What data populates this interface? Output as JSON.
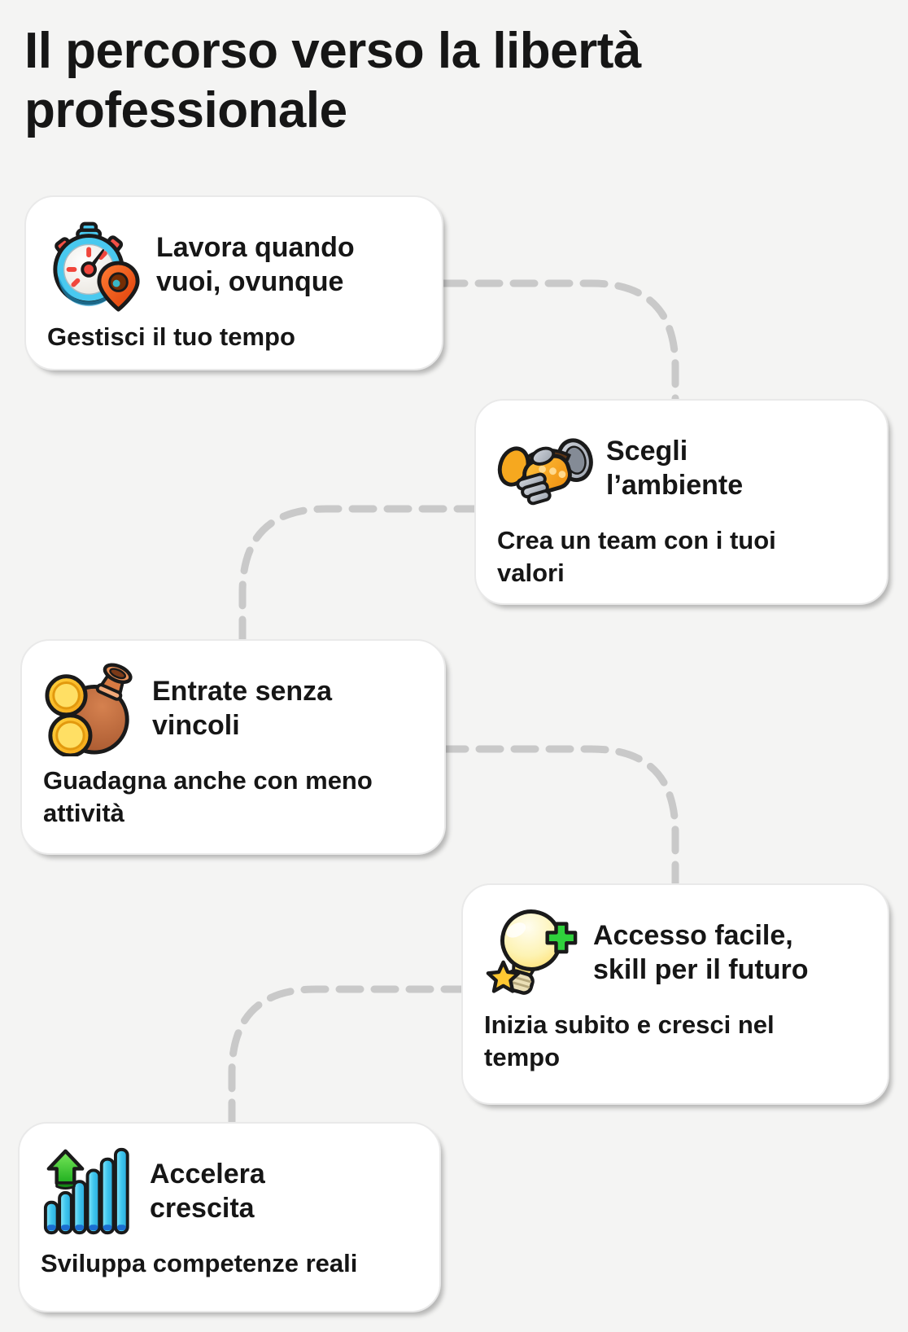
{
  "page": {
    "title": "Il percorso verso la libertà\nprofessionale",
    "colors": {
      "bg": "#f4f4f3",
      "card-bg": "#ffffff",
      "card-border": "#e9e9e9",
      "connector": "#c9c9c9",
      "text": "#161616"
    }
  },
  "steps": [
    {
      "icon": "stopwatch-location-icon",
      "title": "Lavora quando\nvuoi, ovunque",
      "subtitle": "Gestisci il tuo tempo"
    },
    {
      "icon": "handshake-icon",
      "title": "Scegli\nl’ambiente",
      "subtitle": "Crea un team con i tuoi\nvalori"
    },
    {
      "icon": "money-bag-icon",
      "title": "Entrate senza\nvincoli",
      "subtitle": "Guadagna anche con meno\nattività"
    },
    {
      "icon": "lightbulb-plus-star-icon",
      "title": "Accesso facile,\nskill per il futuro",
      "subtitle": "Inizia subito e cresci nel\ntempo"
    },
    {
      "icon": "bar-chart-growth-icon",
      "title": "Accelera\ncrescita",
      "subtitle": "Sviluppa competenze reali"
    }
  ]
}
